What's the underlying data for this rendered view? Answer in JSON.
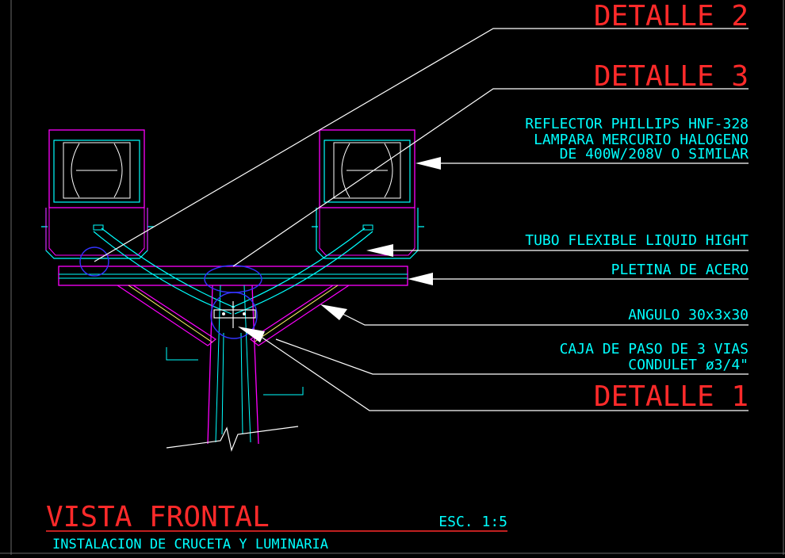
{
  "drawing": {
    "callouts": {
      "detalle_2": "DETALLE 2",
      "detalle_3": "DETALLE 3",
      "detalle_1": "DETALLE 1"
    },
    "notes": {
      "reflector_line1": "REFLECTOR PHILLIPS HNF-328",
      "reflector_line2": "LAMPARA MERCURIO HALOGENO",
      "reflector_line3": "DE 400W/208V O SIMILAR",
      "tubo": "TUBO FLEXIBLE LIQUID HIGHT",
      "pletina": "PLETINA DE ACERO",
      "angulo": "ANGULO 30x3x30",
      "caja_line1": "CAJA DE PASO DE 3 VIAS",
      "caja_line2": "CONDULET ø3/4\""
    },
    "title_block": {
      "title": "VISTA FRONTAL",
      "scale": "ESC. 1:5",
      "subtitle": "INSTALACION DE CRUCETA Y LUMINARIA"
    }
  },
  "colors": {
    "background": "#000000",
    "red": "#ff2a2a",
    "cyan": "#00ffff",
    "magenta": "#ff00ff",
    "blue": "#3333ff",
    "white": "#ffffff",
    "yellow": "#ffff66",
    "frame": "#555555"
  }
}
